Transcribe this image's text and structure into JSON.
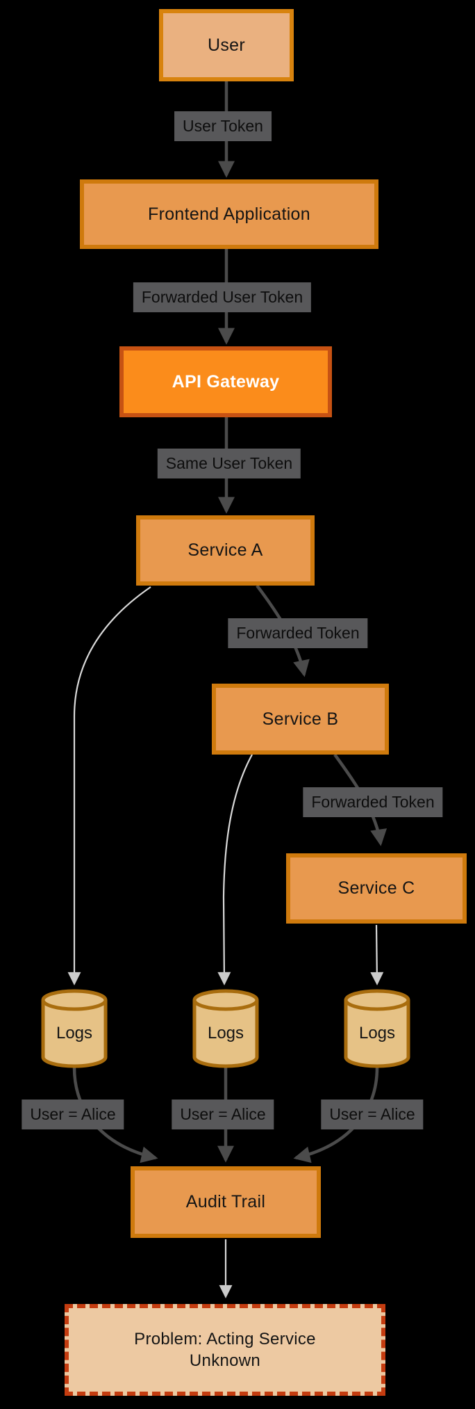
{
  "nodes": {
    "user": {
      "label": "User"
    },
    "frontend": {
      "label": "Frontend Application"
    },
    "gateway": {
      "label": "API Gateway"
    },
    "service_a": {
      "label": "Service A"
    },
    "service_b": {
      "label": "Service B"
    },
    "service_c": {
      "label": "Service C"
    },
    "logs_a": {
      "label": "Logs"
    },
    "logs_b": {
      "label": "Logs"
    },
    "logs_c": {
      "label": "Logs"
    },
    "audit": {
      "label": "Audit Trail"
    },
    "problem": {
      "label": "Problem: Acting Service\nUnknown"
    }
  },
  "edge_labels": {
    "user_token": "User Token",
    "forwarded_user_token": "Forwarded User Token",
    "same_user_token": "Same User Token",
    "forwarded_token_ab": "Forwarded Token",
    "forwarded_token_bc": "Forwarded Token",
    "alice_a": "User = Alice",
    "alice_b": "User = Alice",
    "alice_c": "User = Alice"
  },
  "colors": {
    "background": "#000000",
    "node_fill": "#e8994f",
    "node_border": "#cf7a0d",
    "user_fill": "#eab180",
    "gateway_fill": "#fb8c1b",
    "gateway_border": "#c75213",
    "gateway_text": "#ffffff",
    "cylinder_fill": "#e6c286",
    "cylinder_border": "#a96d0e",
    "problem_fill": "#edc9a2",
    "problem_border": "#c43c10",
    "edge_dark": "#4b4b4b",
    "edge_light": "#dadada",
    "edge_label_bg": "#58585a",
    "text": "#141414"
  }
}
